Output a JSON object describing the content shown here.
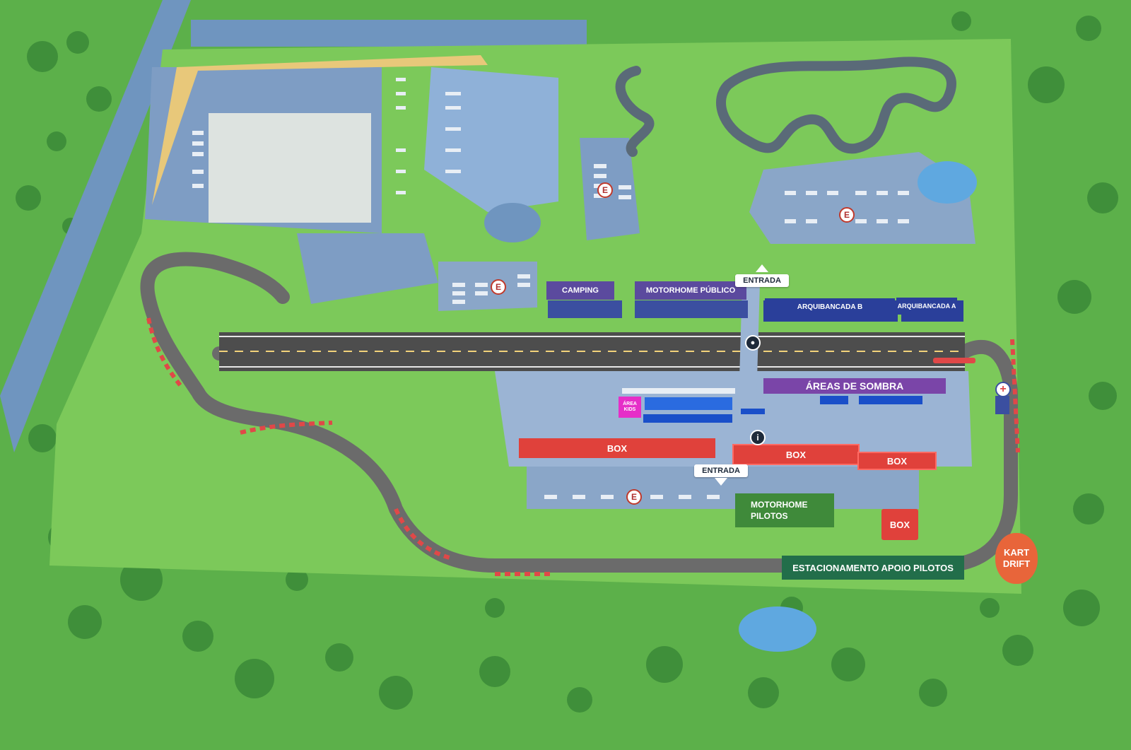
{
  "map": {
    "colors": {
      "grass": "#5cb04a",
      "light_grass": "#7cc95a",
      "paved": "#8aa6c8",
      "track": "#6b6b6b",
      "purple_label": "#5b4a9e",
      "box_red": "#e0413b",
      "shade_purple": "#7a45a8",
      "kids_pink": "#e62ec8",
      "dark_green": "#226e4a",
      "kart_orange": "#e8653a"
    },
    "labels": {
      "camping": "CAMPING",
      "motorhome_publico": "MOTORHOME PÚBLICO",
      "arquibancada_b": "ARQUIBANCADA B",
      "arquibancada_a": "ARQUIBANCADA A",
      "areas_de_sombra": "ÁREAS DE SOMBRA",
      "area_kids": "ÁREA KIDS",
      "box": "BOX",
      "motorhome_pilotos": "MOTORHOME\nPILOTOS",
      "estacionamento_apoio_pilotos": "ESTACIONAMENTO APOIO PILOTOS",
      "kart_drift": "KART\nDRIFT",
      "entrada": "ENTRADA"
    },
    "markers": {
      "parking": "E",
      "info": "i"
    },
    "icons": {
      "parking": "parking-marker-icon",
      "info": "info-marker-icon",
      "medical": "medical-cross-icon",
      "car": "car-marker-icon",
      "entrance": "entrance-arrow-icon"
    }
  }
}
